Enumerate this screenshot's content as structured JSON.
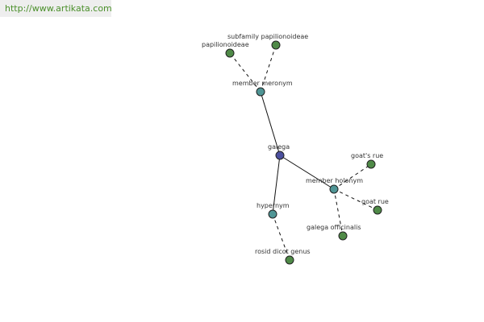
{
  "watermark": {
    "text": "http://www.artikata.com"
  },
  "colors": {
    "center": "#4b4f9e",
    "relation": "#4f9595",
    "leaf": "#4f8a47",
    "stroke": "#222222",
    "edge": "#111111"
  },
  "graph": {
    "nodes": [
      {
        "id": "galega",
        "label": "galega",
        "kind": "center"
      },
      {
        "id": "member-meronym",
        "label": "member meronym",
        "kind": "relation"
      },
      {
        "id": "member-holonym",
        "label": "member holonym",
        "kind": "relation"
      },
      {
        "id": "hypernym",
        "label": "hypernym",
        "kind": "relation"
      },
      {
        "id": "papilionoideae",
        "label": "papilionoideae",
        "kind": "leaf"
      },
      {
        "id": "subfamily-papilionoideae",
        "label": "subfamily papilionoideae",
        "kind": "leaf"
      },
      {
        "id": "goats-rue-1",
        "label": "goat's rue",
        "kind": "leaf"
      },
      {
        "id": "goat-rue",
        "label": "goat rue",
        "kind": "leaf"
      },
      {
        "id": "galega-officinalis",
        "label": "galega officinalis",
        "kind": "leaf"
      },
      {
        "id": "rosid-dicot-genus",
        "label": "rosid dicot genus",
        "kind": "leaf"
      }
    ],
    "edges": [
      {
        "from": "galega",
        "to": "member-meronym",
        "style": "solid"
      },
      {
        "from": "galega",
        "to": "member-holonym",
        "style": "solid"
      },
      {
        "from": "galega",
        "to": "hypernym",
        "style": "solid"
      },
      {
        "from": "member-meronym",
        "to": "papilionoideae",
        "style": "dashed"
      },
      {
        "from": "member-meronym",
        "to": "subfamily-papilionoideae",
        "style": "dashed"
      },
      {
        "from": "member-holonym",
        "to": "goats-rue-1",
        "style": "dashed"
      },
      {
        "from": "member-holonym",
        "to": "goat-rue",
        "style": "dashed"
      },
      {
        "from": "member-holonym",
        "to": "galega-officinalis",
        "style": "dashed"
      },
      {
        "from": "hypernym",
        "to": "rosid-dicot-genus",
        "style": "dashed"
      }
    ]
  }
}
